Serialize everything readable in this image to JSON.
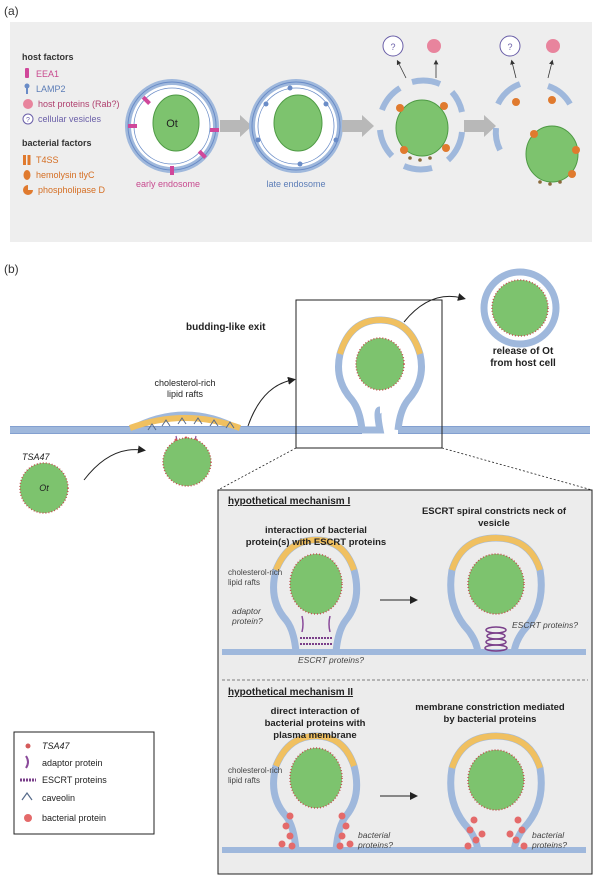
{
  "panel_a": {
    "label": "(a)",
    "host_factors_title": "host factors",
    "host_factors": [
      {
        "label": "EEA1",
        "color": "#d0479a"
      },
      {
        "label": "LAMP2",
        "color": "#6a8cc7"
      },
      {
        "label": "host proteins (Rab?)",
        "color": "#b0406e"
      },
      {
        "label": "cellular vesicles",
        "color": "#6a5fa8"
      }
    ],
    "bacterial_factors_title": "bacterial factors",
    "bacterial_factors": [
      {
        "label": "T4SS",
        "color": "#e07a2e"
      },
      {
        "label": "hemolysin tlyC",
        "color": "#e07a2e"
      },
      {
        "label": "phospholipase D",
        "color": "#e07a2e"
      }
    ],
    "ot_label": "Ot",
    "early_label": "early endosome",
    "late_label": "late endosome",
    "question_mark": "?",
    "colors": {
      "early": "#c84a8f",
      "late": "#5c7db7",
      "bacteria": "#7dc36e",
      "membrane": "#9fb8dc"
    }
  },
  "panel_b": {
    "label": "(b)",
    "tsa47_label": "TSA47",
    "ot_label": "Ot",
    "rafts_label_1": "cholesterol-rich",
    "rafts_label_2": "lipid rafts",
    "budding_label": "budding-like exit",
    "release_label_1": "release of Ot",
    "release_label_2": "from host cell",
    "mech1": {
      "title": "hypothetical mechanism I",
      "left_head_1": "interaction of bacterial",
      "left_head_2": "protein(s) with ESCRT proteins",
      "right_head_1": "ESCRT spiral constricts neck of",
      "right_head_2": "vesicle",
      "rafts_1": "cholesterol-rich",
      "rafts_2": "lipid rafts",
      "adaptor_1": "adaptor",
      "adaptor_2": "protein?",
      "escrt_left": "ESCRT proteins?",
      "escrt_right": "ESCRT proteins?"
    },
    "mech2": {
      "title": "hypothetical mechanism II",
      "left_head_1": "direct interaction of",
      "left_head_2": "bacterial proteins with",
      "left_head_3": "plasma membrane",
      "right_head_1": "membrane constriction mediated",
      "right_head_2": "by bacterial proteins",
      "rafts_1": "cholesterol-rich",
      "rafts_2": "lipid rafts",
      "bact_left_1": "bacterial",
      "bact_left_2": "proteins?",
      "bact_right_1": "bacterial",
      "bact_right_2": "proteins?"
    },
    "legend": [
      {
        "label": "TSA47",
        "icon": "red-dot-icon"
      },
      {
        "label": "adaptor protein",
        "icon": "adaptor-icon"
      },
      {
        "label": "ESCRT proteins",
        "icon": "escrt-chain-icon"
      },
      {
        "label": "caveolin",
        "icon": "caveolin-icon"
      },
      {
        "label": "bacterial protein",
        "icon": "bacterial-protein-icon"
      }
    ]
  }
}
